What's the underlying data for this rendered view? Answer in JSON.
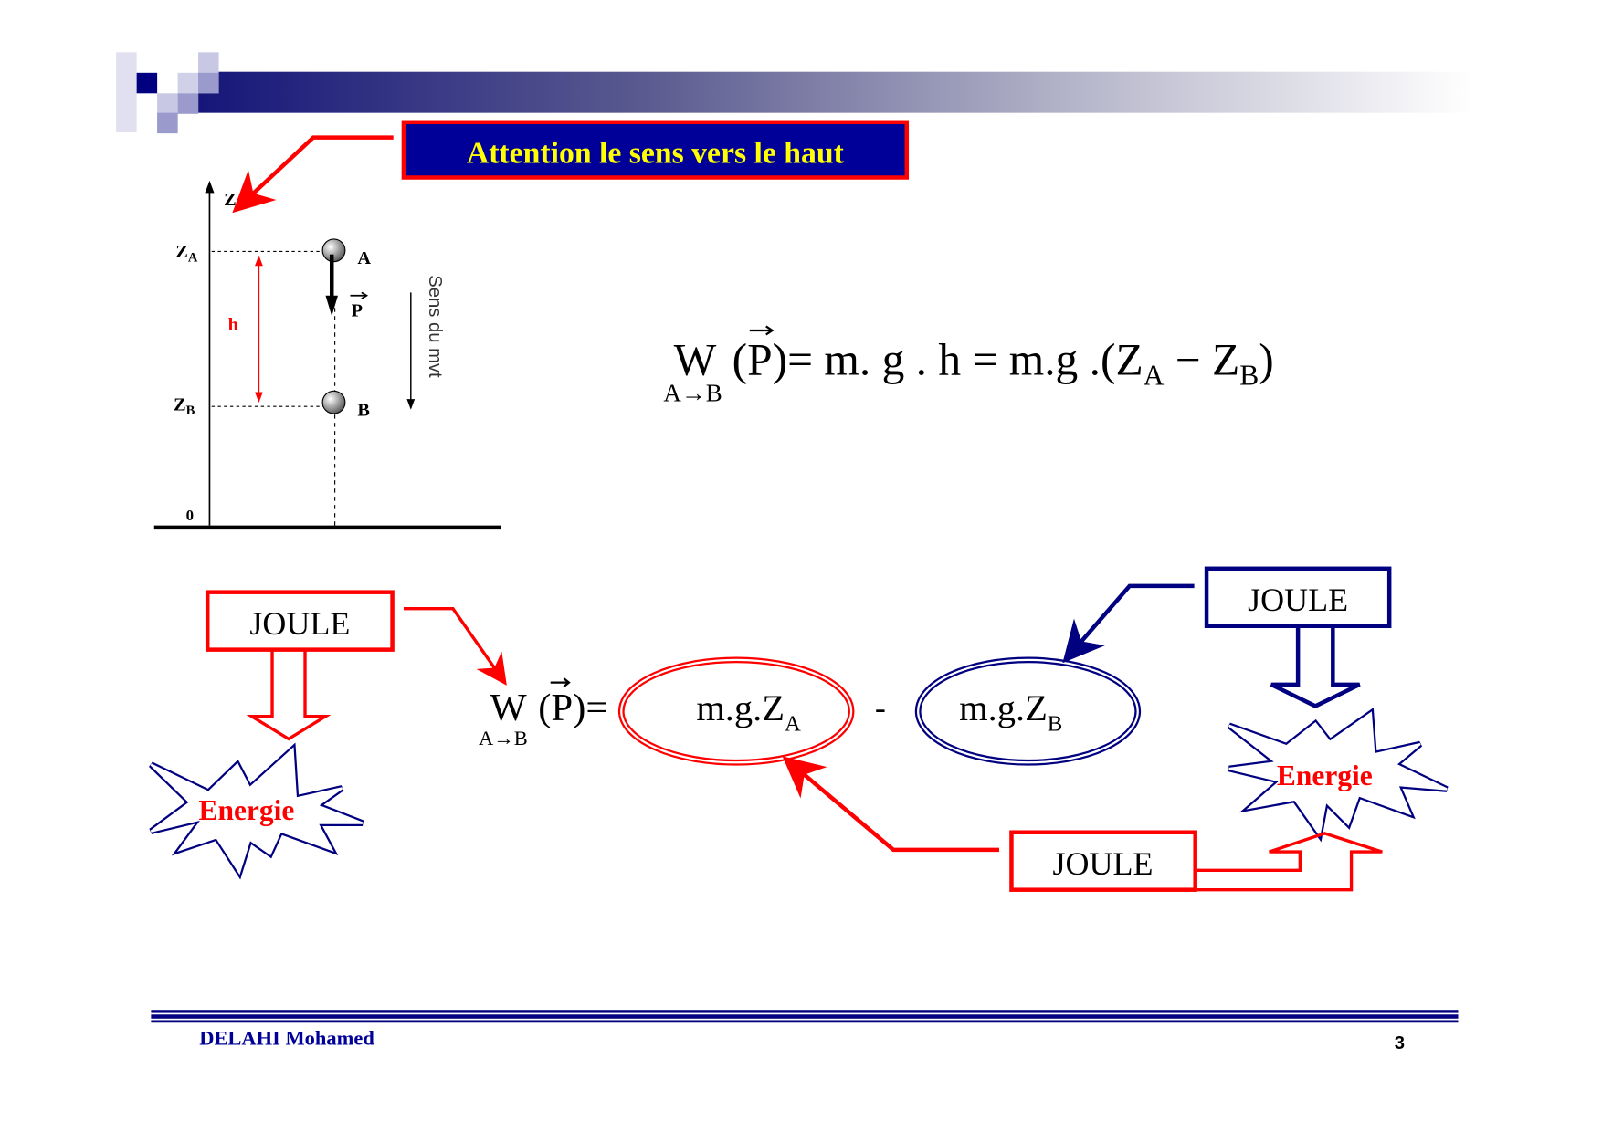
{
  "banner": {
    "text": "Attention le sens vers le haut"
  },
  "diagram": {
    "axis_label": "Z",
    "za_label": "Z",
    "za_sub": "A",
    "zb_label": "Z",
    "zb_sub": "B",
    "origin_label": "0",
    "point_a": "A",
    "point_b": "B",
    "weight_label": "P",
    "height_label": "h",
    "motion_label": "Sens du mvt"
  },
  "formula_main": {
    "w": "W",
    "sub": "A→B",
    "p": "(P)",
    "rhs": "= m. g . h = m.g .(Z",
    "a": "A",
    "minus": " − Z",
    "b": "B",
    "close": ")"
  },
  "formula_split": {
    "w": "W",
    "sub": "A→B",
    "p": "(P)=",
    "term_a": "m.g.Z",
    "term_a_sub": "A",
    "minus": "-",
    "term_b": "m.g.Z",
    "term_b_sub": "B"
  },
  "labels": {
    "joule_left": "JOULE",
    "joule_right": "JOULE",
    "joule_bottom": "JOULE",
    "energy_left": "Energie",
    "energy_right": "Energie"
  },
  "footer": {
    "author": "DELAHI  Mohamed",
    "page_number": "3"
  },
  "colors": {
    "navy": "#000099",
    "red": "#ff0000",
    "yellow": "#ffff00"
  }
}
